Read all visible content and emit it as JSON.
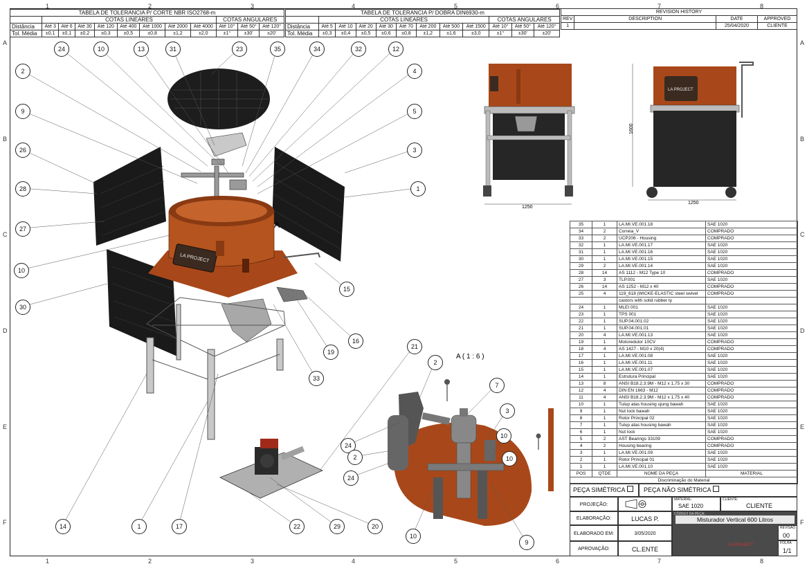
{
  "zones": {
    "cols": [
      "1",
      "2",
      "3",
      "4",
      "5",
      "6",
      "7",
      "8"
    ],
    "rows": [
      "A",
      "B",
      "C",
      "D",
      "E",
      "F"
    ]
  },
  "tol_cut": {
    "title": "TABELA DE TOLERANCIA P/ CORTE NBR ISO2768-m",
    "linear_label": "COTAS LINEARES",
    "angular_label": "COTAS ANGULARES",
    "row1_label": "Distância",
    "row2_label": "Tol. Média",
    "ranges": [
      "Até 3",
      "Até 6",
      "Até 30",
      "Até 120",
      "Até 400",
      "Até 1000",
      "Até 2000",
      "Até 4000",
      "Até 10°",
      "Até 50°",
      "Até 120°"
    ],
    "values": [
      "±0,1",
      "±0,1",
      "±0,2",
      "±0,3",
      "±0,5",
      "±0,8",
      "±1,2",
      "±2,0",
      "±1°",
      "±30'",
      "±20'"
    ]
  },
  "tol_bend": {
    "title": "TABELA DE TOLERANCIA P/ DOBRA DIN6930-m",
    "linear_label": "COTAS LINEARES",
    "angular_label": "COTAS ANGULARES",
    "row1_label": "Distância",
    "row2_label": "Tol. Média",
    "ranges": [
      "Até 5",
      "Até 10",
      "Até 20",
      "Até 30",
      "Até 70",
      "Até 200",
      "Até 500",
      "Até 1500",
      "Até 10°",
      "Até 50°",
      "Até 120°"
    ],
    "values": [
      "±0,3",
      "±0,4",
      "±0,5",
      "±0,6",
      "±0,8",
      "±1,2",
      "±1,6",
      "±3,0",
      "±1°",
      "±30'",
      "±20'"
    ]
  },
  "revision": {
    "title": "REVISION HISTORY",
    "headers": [
      "REV",
      "DESCRIPTION",
      "DATE",
      "APPROVED"
    ],
    "rows": [
      [
        "1",
        "",
        "25/04/2020",
        "CLIENTE"
      ]
    ]
  },
  "views": {
    "detail_label": "A ( 1 : 6 )",
    "section_marker": "A",
    "dim_height": "1600",
    "dim_width_front": "1250",
    "dim_width_side": "1250",
    "logo_text": "LA PROJECT"
  },
  "callouts_main": [
    "24",
    "10",
    "13",
    "31",
    "23",
    "35",
    "34",
    "32",
    "12",
    "2",
    "4",
    "9",
    "5",
    "26",
    "3",
    "28",
    "1",
    "27",
    "15",
    "10",
    "30",
    "16",
    "19",
    "33",
    "21",
    "14",
    "1",
    "17",
    "22",
    "29",
    "20"
  ],
  "callouts_detail": [
    "2",
    "7",
    "3",
    "24",
    "10",
    "2",
    "10",
    "24",
    "10",
    "9"
  ],
  "bom": {
    "headers": [
      "POS",
      "QTDE",
      "NOME DA PEÇA",
      "MATERIAL"
    ],
    "footer": "Discriminação do Material",
    "rows": [
      [
        "35",
        "1",
        "LA.MI.VE.001.18",
        "SAE 1020"
      ],
      [
        "34",
        "2",
        "Correia_V",
        "COMPRADO"
      ],
      [
        "33",
        "2",
        "UCP206 - Housing",
        "COMPRADO"
      ],
      [
        "32",
        "1",
        "LA.MI.VE.001.17",
        "SAE 1020"
      ],
      [
        "31",
        "1",
        "LA.MI.VE.001.16",
        "SAE 1020"
      ],
      [
        "30",
        "1",
        "LA.MI.VE.001.15",
        "SAE 1020"
      ],
      [
        "29",
        "2",
        "LA.MI.VE.001.14",
        "SAE 1020"
      ],
      [
        "28",
        "14",
        "AS 1112 - M12   Type 10",
        "COMPRADO"
      ],
      [
        "27",
        "3",
        "TLP.001",
        "SAE 1020"
      ],
      [
        "26",
        "14",
        "AS 1252 - M12 x 40",
        "COMPRADO"
      ],
      [
        "25",
        "4",
        "119_618 (WICKE-ELASTIC steel swivel",
        "COMPRADO"
      ],
      [
        "",
        "",
        "castors with solid rubber ty",
        ""
      ],
      [
        "24",
        "1",
        "MLEI 001",
        "SAE 1020"
      ],
      [
        "23",
        "1",
        "TPS 001",
        "SAE 1020"
      ],
      [
        "22",
        "1",
        "SUP.04.001.02",
        "SAE 1020"
      ],
      [
        "21",
        "1",
        "SUP.04.001.01",
        "SAE 1020"
      ],
      [
        "20",
        "4",
        "LA.MI.VE.001.13",
        "SAE 1020"
      ],
      [
        "19",
        "1",
        "Motoredutor 10CV",
        "COMPRADO"
      ],
      [
        "18",
        "4",
        "AS 1427 - M10 x 20(4)",
        "COMPRADO"
      ],
      [
        "17",
        "1",
        "LA.MI.VE.001.08",
        "SAE 1020"
      ],
      [
        "16",
        "1",
        "LA.MI.VE.001.11",
        "SAE 1020"
      ],
      [
        "15",
        "1",
        "LA.MI.VE.001.07",
        "SAE 1020"
      ],
      [
        "14",
        "1",
        "Estrutura Principal",
        "SAE 1020"
      ],
      [
        "13",
        "8",
        "ANSI B18.2.3.9M - M12 x 1,75 x 30",
        "COMPRADO"
      ],
      [
        "12",
        "4",
        "DIN EN 1663 - M12",
        "COMPRADO"
      ],
      [
        "11",
        "4",
        "ANSI B18.2.3.9M - M12 x 1,75 x 40",
        "COMPRADO"
      ],
      [
        "10",
        "1",
        "Tulup atas housing ujung bawah",
        "SAE 1020"
      ],
      [
        "9",
        "1",
        "Nut lock bawah",
        "SAE 1020"
      ],
      [
        "8",
        "1",
        "Rotor Principal 02",
        "SAE 1020"
      ],
      [
        "7",
        "1",
        "Tulup atas housing bawah",
        "SAE 1020"
      ],
      [
        "6",
        "1",
        "Nut lock",
        "SAE 1020"
      ],
      [
        "5",
        "2",
        "AST Bearings 33109",
        "COMPRADO"
      ],
      [
        "4",
        "2",
        "Housing bearing",
        "COMPRADO"
      ],
      [
        "3",
        "1",
        "LA.MI.VE.001.09",
        "SAE 1020"
      ],
      [
        "2",
        "1",
        "Rotor Principal 01",
        "SAE 1020"
      ],
      [
        "1",
        "1",
        "LA.MI.VE.001.10",
        "SAE 1020"
      ]
    ]
  },
  "title_block": {
    "sym_label": "PEÇA SIMÉTRICA",
    "nonsym_label": "PEÇA NÃO SIMÉTRICA",
    "projection_label": "PROJEÇÃO:",
    "material_caption": "MATERIAL:",
    "material": "SAE 1020",
    "client_caption": "CLIENTE:",
    "client": "CLIENTE",
    "elab_label": "ELABORAÇÃO:",
    "elab_value": "LUCAS P.",
    "part_caption": "CÓDIGO DA PEÇA:",
    "part_name": "Misturador Vertical 600 Litros",
    "elab_date_label": "ELABORADO EM:",
    "elab_date": "3/05/2020",
    "approval_label": "APROVAÇÃO:",
    "approval_value": "CL.ENTE",
    "revision_caption": "REVISÃO",
    "revision_value": "00",
    "sheet_caption": "FOLHA",
    "sheet_value": "1/1",
    "company": "LA PROJECT"
  },
  "colors": {
    "copper": "#a8481a",
    "steel": "#b8b8b8",
    "dark": "#222222"
  }
}
